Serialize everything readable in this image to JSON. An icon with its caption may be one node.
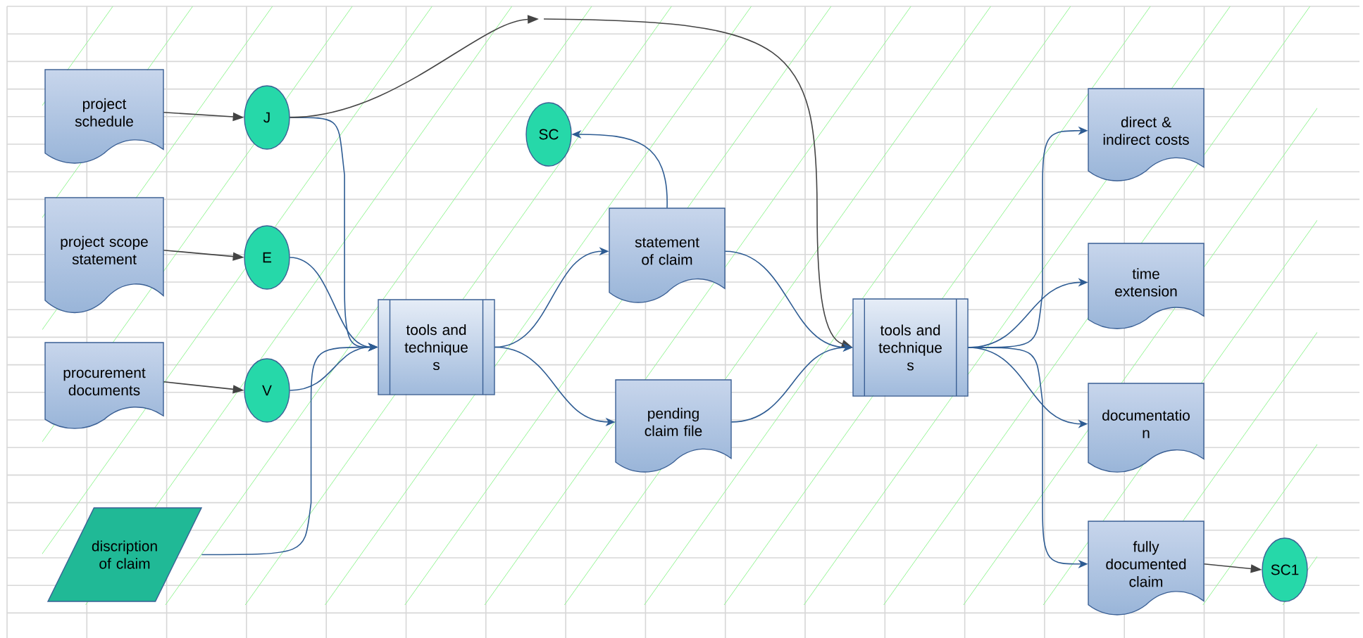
{
  "diagram": {
    "nodes": [
      {
        "text": [
          "project schedule"
        ]
      },
      {
        "text": [
          "project scope statement"
        ]
      },
      {
        "text": [
          "procurement documents"
        ]
      },
      {
        "text": [
          "discription of claim"
        ]
      },
      {
        "text": [
          "J"
        ]
      },
      {
        "text": [
          "E"
        ]
      },
      {
        "text": [
          "V"
        ]
      },
      {
        "text": [
          "tools and technique s"
        ]
      },
      {
        "text": [
          "SC"
        ]
      },
      {
        "text": [
          "statement of claim"
        ]
      },
      {
        "text": [
          "pending claim file"
        ]
      },
      {
        "text": [
          "tools and technique s"
        ]
      },
      {
        "text": [
          "direct & indirect costs"
        ]
      },
      {
        "text": [
          "time extension"
        ]
      },
      {
        "text": [
          "documentatio n"
        ]
      },
      {
        "text": [
          "fully documented claim"
        ]
      },
      {
        "text": [
          "SC1"
        ]
      }
    ],
    "edges": [
      {
        "from": 0,
        "to": 4,
        "arrow": "to",
        "color": "#444444"
      },
      {
        "from": 1,
        "to": 5,
        "arrow": "to",
        "color": "#444444"
      },
      {
        "from": 2,
        "to": 6,
        "arrow": "to",
        "color": "#444444"
      },
      {
        "from": 4,
        "to": 7,
        "arrow": "to"
      },
      {
        "from": 5,
        "to": 7,
        "arrow": "to"
      },
      {
        "from": 6,
        "to": 7,
        "arrow": "to"
      },
      {
        "from": 3,
        "to": 7,
        "arrow": "to"
      },
      {
        "from": 4,
        "to": null,
        "arrow": "to",
        "color": "#444444"
      },
      {
        "from": null,
        "to": 11,
        "arrow": "to",
        "color": "#444444"
      },
      {
        "from": 7,
        "to": 9,
        "arrow": "to"
      },
      {
        "from": 7,
        "to": 10,
        "arrow": "to"
      },
      {
        "from": 9,
        "to": 8,
        "arrow": "to"
      },
      {
        "from": 9,
        "to": 11,
        "arrow": "to"
      },
      {
        "from": 10,
        "to": 11,
        "arrow": "to"
      },
      {
        "from": 11,
        "to": 12,
        "arrow": "to"
      },
      {
        "from": 11,
        "to": 13,
        "arrow": "to"
      },
      {
        "from": 11,
        "to": 14,
        "arrow": "to"
      },
      {
        "from": 11,
        "to": 15,
        "arrow": "to"
      },
      {
        "from": 15,
        "to": 16,
        "arrow": "to",
        "color": "#444444"
      }
    ]
  }
}
